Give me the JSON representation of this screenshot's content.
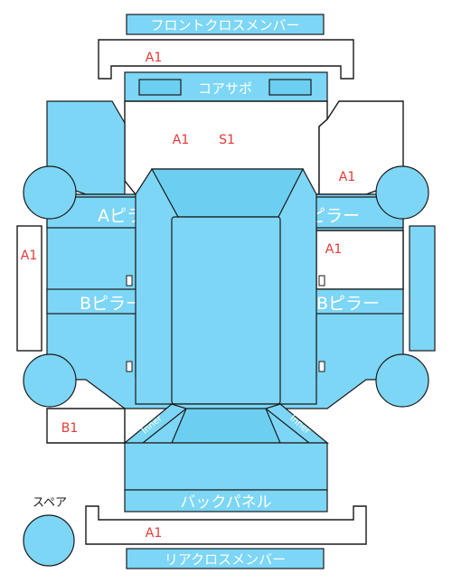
{
  "parts": {
    "front_cross_member": "フロントクロスメンバー",
    "core_support": "コアサポ",
    "a_pillar_left": "Aピラー",
    "a_pillar_right": "Aピラー",
    "b_pillar_left": "Bピラー",
    "b_pillar_right": "Bピラー",
    "back_panel": "バックパネル",
    "rear_cross_member": "リアクロスメンバー",
    "spare": "スペア",
    "inner_left": "Inner",
    "inner_right": "Inner"
  },
  "damage_codes": {
    "front_cross": "A1",
    "front_left": "A1",
    "front_right": "S1",
    "right_fender": "A1",
    "left_side": "A1",
    "right_door": "A1",
    "rear_left": "B1",
    "rear_cross": "A1"
  },
  "colors": {
    "part_fill": "#7dd6f5",
    "outline": "#1a1a1a",
    "damage_text": "#e53935"
  }
}
